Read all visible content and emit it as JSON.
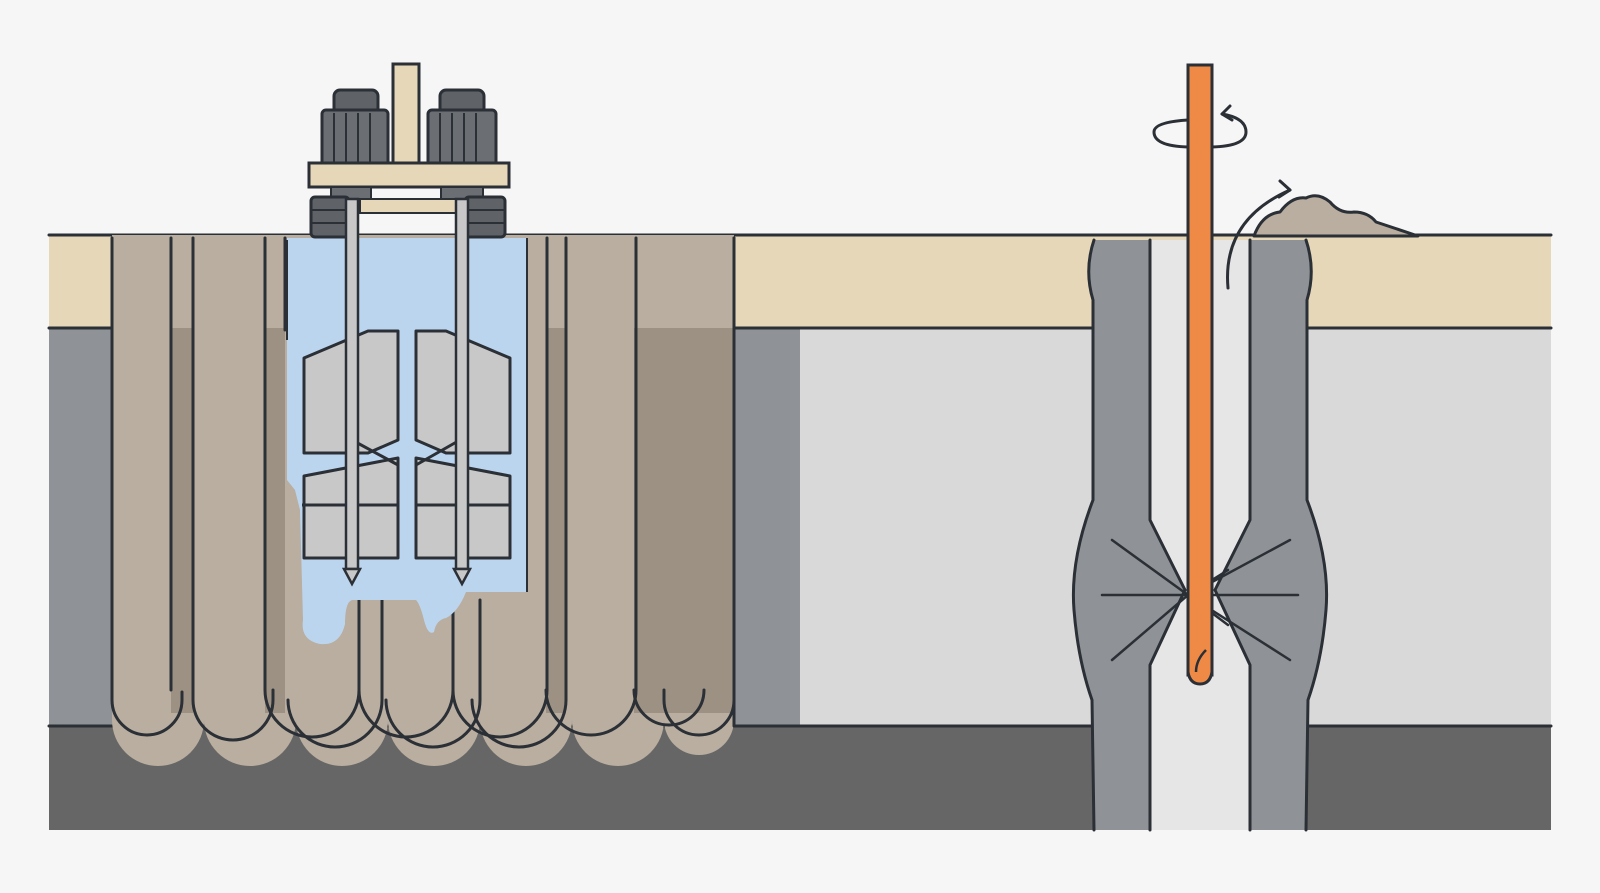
{
  "colors": {
    "background": "#f6f6f6",
    "topsoil": "#e6d7b8",
    "clay": "#8f9397",
    "clay_light": "#d9d9d9",
    "bedrock": "#666666",
    "soil_mix_column": "#b9ae9f",
    "soil_mix_overlap": "#9d9183",
    "slurry": "#bcd5ee",
    "drill_rod": "#ee8a45",
    "cutter_blade": "#c8c8c8",
    "motor": "#5f6368",
    "outline": "#2b2f36"
  },
  "icons": {
    "rotation": "rotation-arrow-icon",
    "spoil_return": "spoil-return-arrow-icon"
  },
  "panels": {
    "left": {
      "kind": "cutter-soil-mixing wall",
      "columns": 7
    },
    "right": {
      "kind": "jet-grouting column",
      "jets": 8
    }
  }
}
